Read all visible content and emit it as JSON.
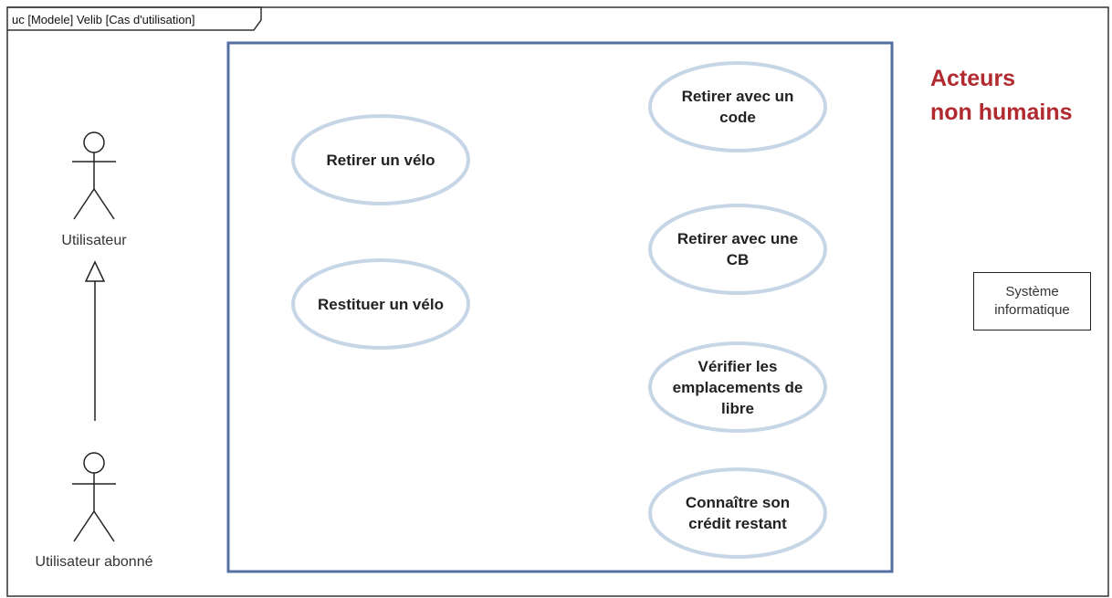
{
  "frame": {
    "title": "uc [Modele] Velib [Cas d'utilisation]"
  },
  "colors": {
    "system_boundary": "#5470a3",
    "usecase_stroke": "#c7d6e6",
    "note_text": "#b02a2f"
  },
  "actors": {
    "utilisateur": "Utilisateur",
    "abonne": "Utilisateur abonné"
  },
  "use_cases": {
    "retirer_velo": "Retirer un vélo",
    "restituer_velo": "Restituer un vélo",
    "retirer_code": "Retirer avec un\ncode",
    "retirer_cb": "Retirer avec une\nCB",
    "verifier": "Vérifier les\nemplacements de\nlibre",
    "credit": "Connaître son\ncrédit restant"
  },
  "annotation": {
    "line1": "Acteurs",
    "line2": "non humains"
  },
  "system": {
    "label": "Système\ninformatique"
  }
}
